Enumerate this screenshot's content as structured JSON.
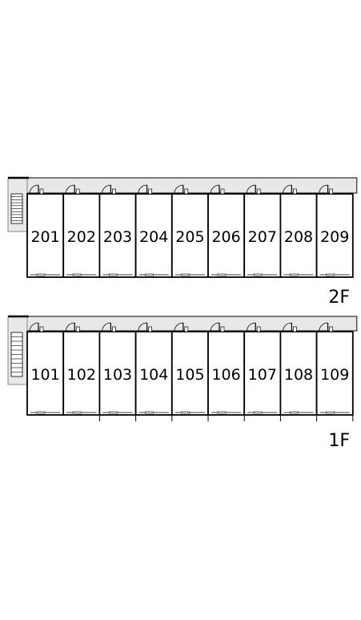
{
  "floors": [
    {
      "label": "2F",
      "rooms": [
        "201",
        "202",
        "203",
        "204",
        "205",
        "206",
        "207",
        "208",
        "209"
      ]
    },
    {
      "label": "1F",
      "rooms": [
        "101",
        "102",
        "103",
        "104",
        "105",
        "106",
        "107",
        "108",
        "109"
      ]
    }
  ],
  "colors": {
    "line": "#000000",
    "corridor": "#e8e8e8",
    "stair_border": "#888888",
    "background": "#ffffff"
  },
  "icons": {
    "door": "door-swing-icon",
    "stairs": "staircase-icon"
  }
}
